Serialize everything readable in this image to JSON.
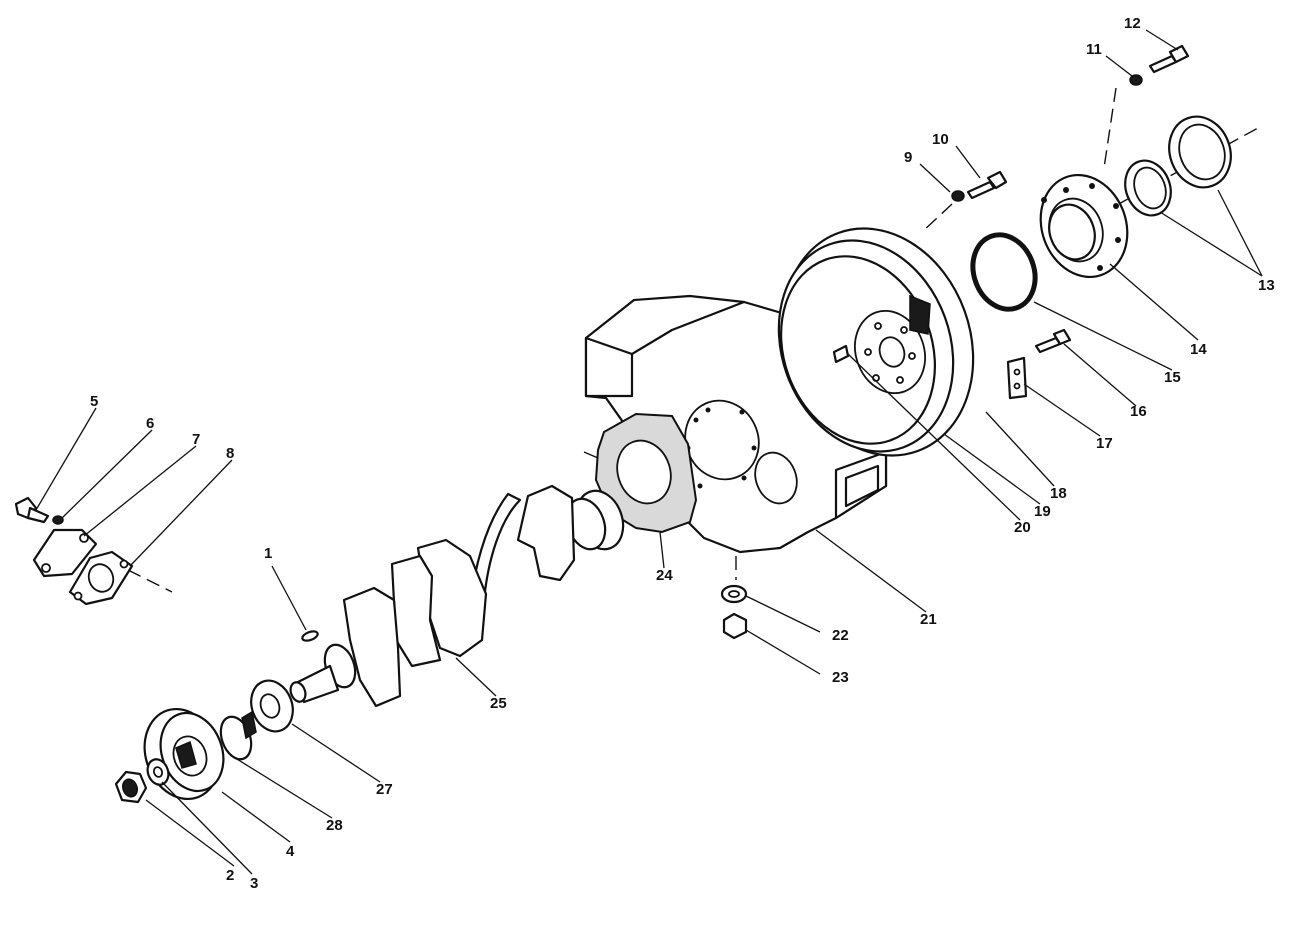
{
  "callouts": [
    {
      "id": "1",
      "text": "1"
    },
    {
      "id": "2",
      "text": "2"
    },
    {
      "id": "3",
      "text": "3"
    },
    {
      "id": "4",
      "text": "4"
    },
    {
      "id": "5",
      "text": "5"
    },
    {
      "id": "6",
      "text": "6"
    },
    {
      "id": "7",
      "text": "7"
    },
    {
      "id": "8",
      "text": "8"
    },
    {
      "id": "9",
      "text": "9"
    },
    {
      "id": "10",
      "text": "10"
    },
    {
      "id": "11",
      "text": "11"
    },
    {
      "id": "12",
      "text": "12"
    },
    {
      "id": "13",
      "text": "13"
    },
    {
      "id": "14",
      "text": "14"
    },
    {
      "id": "15",
      "text": "15"
    },
    {
      "id": "16",
      "text": "16"
    },
    {
      "id": "17",
      "text": "17"
    },
    {
      "id": "18",
      "text": "18"
    },
    {
      "id": "19",
      "text": "19"
    },
    {
      "id": "20",
      "text": "20"
    },
    {
      "id": "21",
      "text": "21"
    },
    {
      "id": "22",
      "text": "22"
    },
    {
      "id": "23",
      "text": "23"
    },
    {
      "id": "24",
      "text": "24"
    },
    {
      "id": "25",
      "text": "25"
    },
    {
      "id": "27",
      "text": "27"
    },
    {
      "id": "28",
      "text": "28"
    }
  ]
}
